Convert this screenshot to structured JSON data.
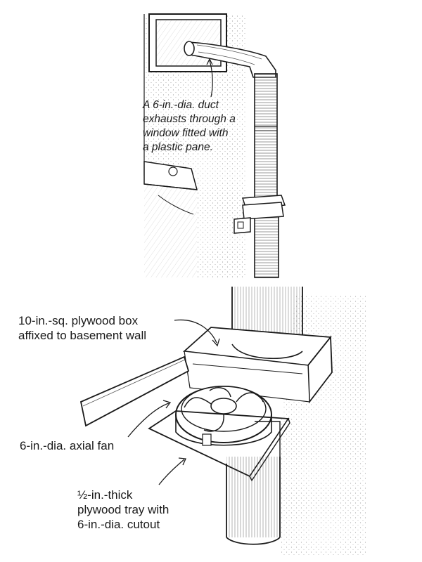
{
  "callouts": {
    "duct": "A 6-in.-dia. duct\nexhausts through a\nwindow fitted with\na plastic pane.",
    "box": "10-in.-sq. plywood box\naffixed to basement wall",
    "fan": "6-in.-dia. axial fan",
    "tray": "½-in.-thick\nplywood tray with\n6-in.-dia. cutout"
  },
  "colors": {
    "ink": "#1a1a1a",
    "paper": "#ffffff"
  }
}
